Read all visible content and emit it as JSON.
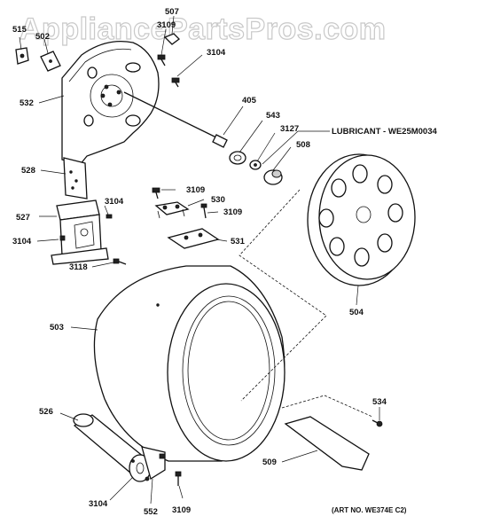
{
  "watermark": "AppliancePartsPros.com",
  "labels": {
    "p515": "515",
    "p502": "502",
    "p3109a": "3109",
    "p507": "507",
    "p3104a": "3104",
    "p532": "532",
    "p405": "405",
    "p543": "543",
    "p3127": "3127",
    "p508": "508",
    "p528": "528",
    "p3109b": "3109",
    "p530": "530",
    "p3109c": "3109",
    "p527": "527",
    "p3104b": "3104",
    "p3104c": "3104",
    "p531": "531",
    "p3118": "3118",
    "p504": "504",
    "p503": "503",
    "p534": "534",
    "p526": "526",
    "p509": "509",
    "p3104d": "3104",
    "p552": "552",
    "p3109d": "3109"
  },
  "lubricant_note": "LUBRICANT - WE25M0034",
  "art_number": "(ART NO. WE374E C2)"
}
